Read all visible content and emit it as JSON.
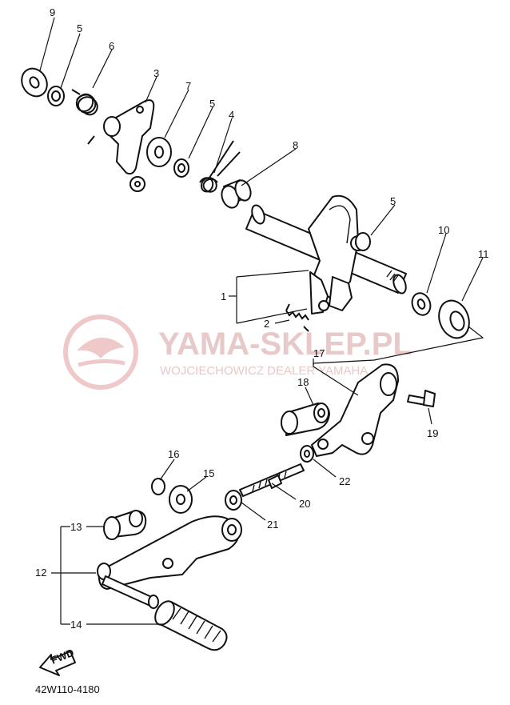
{
  "diagram": {
    "code": "42W110-4180",
    "fwd_label": "FWD",
    "callouts": [
      "1",
      "2",
      "3",
      "4",
      "5",
      "5",
      "5",
      "6",
      "7",
      "8",
      "9",
      "10",
      "11",
      "12",
      "13",
      "14",
      "15",
      "16",
      "17",
      "18",
      "19",
      "20",
      "21",
      "22"
    ]
  },
  "watermark": {
    "title": "YAMA-SKLEP.PL",
    "subtitle": "WOJCIECHOWICZ DEALER YAMAHA"
  }
}
